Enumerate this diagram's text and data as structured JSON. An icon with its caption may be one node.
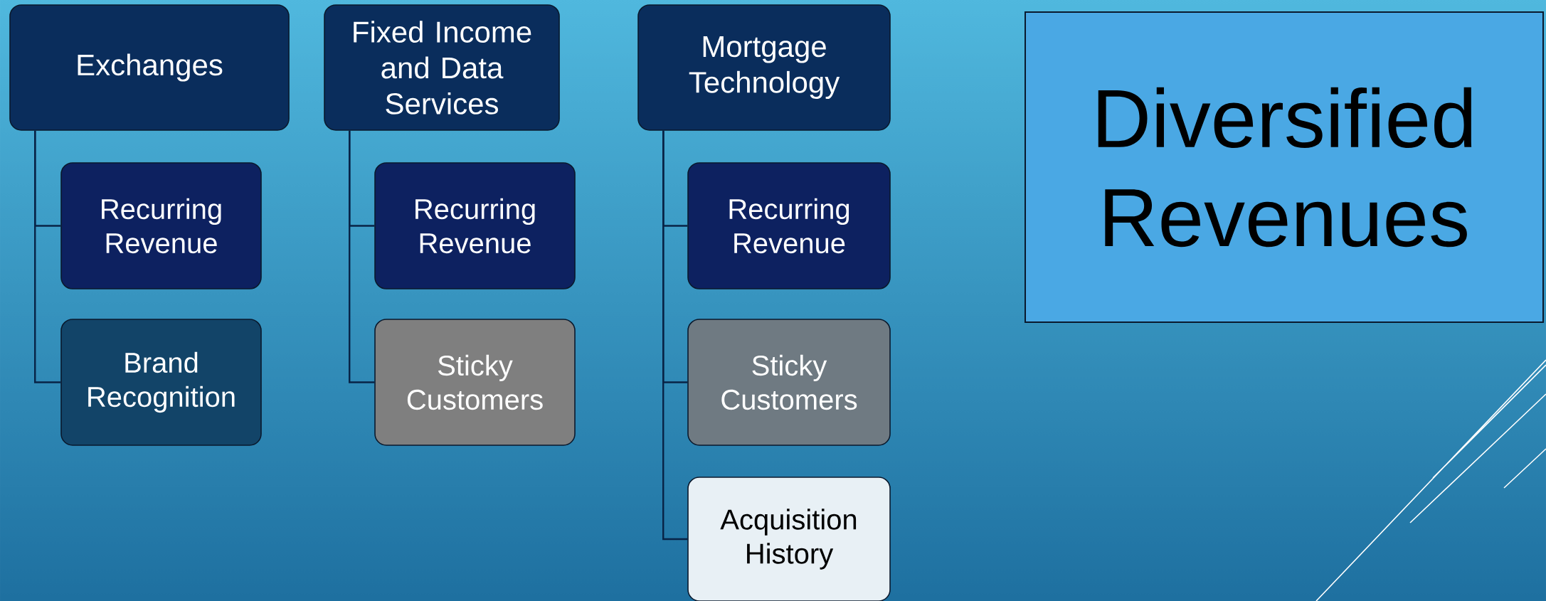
{
  "diagram": {
    "nodes": [
      {
        "text": [
          "Exchanges"
        ]
      },
      {
        "text": [
          "Recurring Revenue"
        ]
      },
      {
        "text": [
          "Brand Recognition"
        ]
      },
      {
        "text": [
          "Fixed Income and Data Services"
        ]
      },
      {
        "text": [
          "Recurring Revenue"
        ]
      },
      {
        "text": [
          "Sticky Customers"
        ]
      },
      {
        "text": [
          "Mortgage Technology"
        ]
      },
      {
        "text": [
          "Recurring Revenue"
        ]
      },
      {
        "text": [
          "Sticky Customers"
        ]
      },
      {
        "text": [
          "Acquisition History"
        ]
      },
      {
        "text": [
          "Diversified Revenues"
        ]
      }
    ],
    "edges": [
      {
        "from": 0,
        "to": 1,
        "arrow": "none"
      },
      {
        "from": 0,
        "to": 2,
        "arrow": "none"
      },
      {
        "from": 3,
        "to": 4,
        "arrow": "none"
      },
      {
        "from": 3,
        "to": 5,
        "arrow": "none"
      },
      {
        "from": 6,
        "to": 7,
        "arrow": "none"
      },
      {
        "from": 6,
        "to": 8,
        "arrow": "none"
      },
      {
        "from": 6,
        "to": 9,
        "arrow": "none"
      }
    ]
  }
}
